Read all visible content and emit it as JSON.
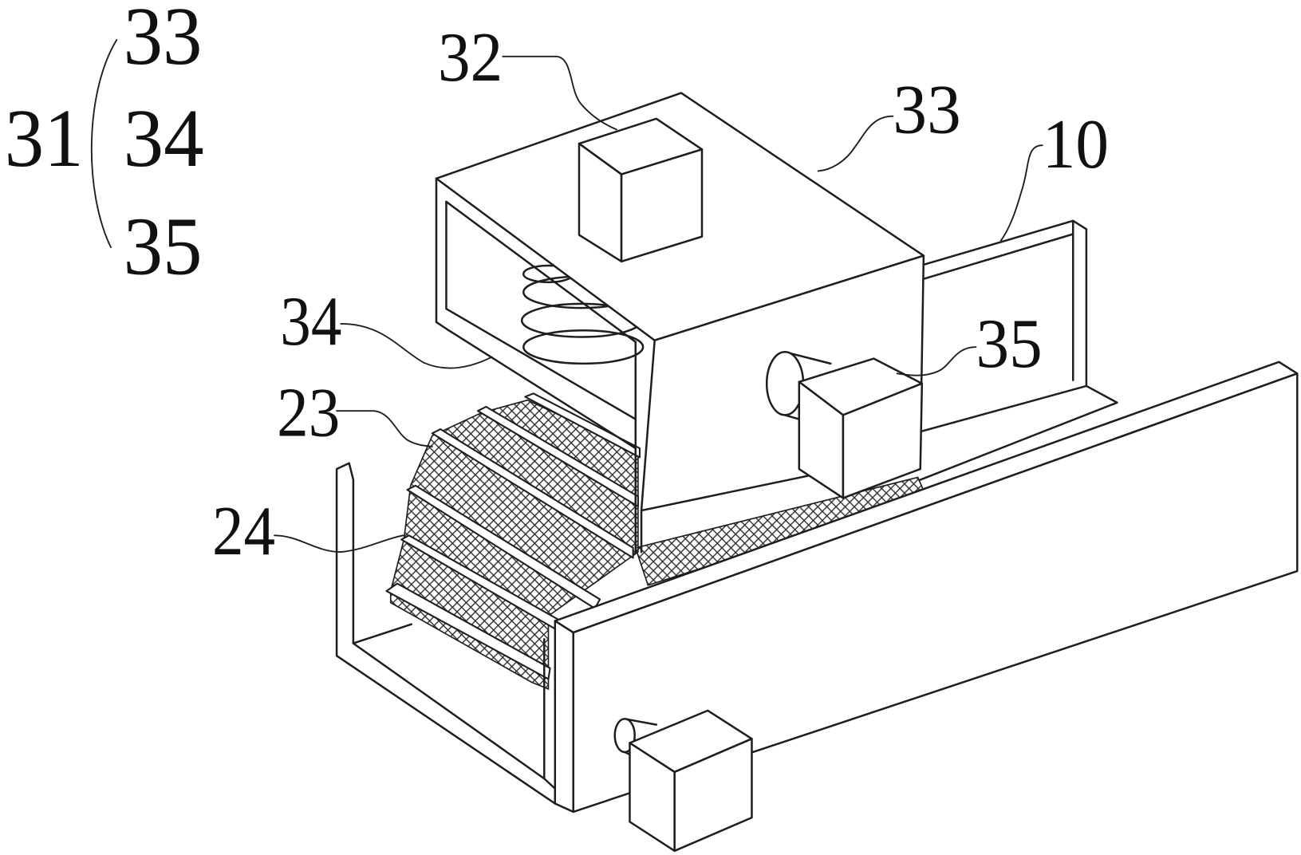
{
  "legend": {
    "group": "31",
    "items": [
      "33",
      "34",
      "35"
    ]
  },
  "labels": {
    "box_32": "32",
    "housing_33": "33",
    "base_10": "10",
    "motor_35": "35",
    "spring_34": "34",
    "screen_23": "23",
    "screen_24": "24"
  },
  "colors": {
    "line": "#1e1e1e",
    "background": "#ffffff"
  }
}
